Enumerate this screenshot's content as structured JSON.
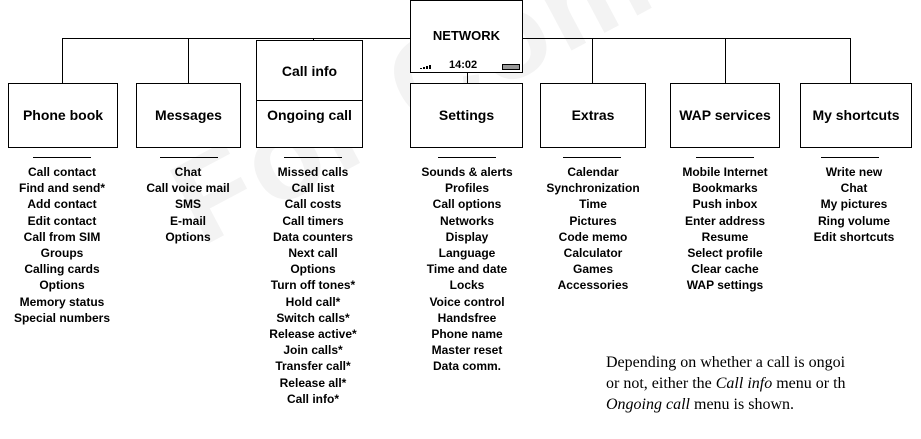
{
  "root": {
    "label": "NETWORK",
    "time": "14:02"
  },
  "overlay": {
    "label": "Call info"
  },
  "menus": [
    {
      "title": "Phone book",
      "items": [
        "Call contact",
        "Find and send*",
        "Add contact",
        "Edit contact",
        "Call from SIM",
        "Groups",
        "Calling cards",
        "Options",
        "Memory status",
        "Special numbers"
      ]
    },
    {
      "title": "Messages",
      "items": [
        "Chat",
        "Call voice mail",
        "SMS",
        "E-mail",
        "Options"
      ]
    },
    {
      "title": "Ongoing call",
      "items": [
        "Missed calls",
        "Call list",
        "Call costs",
        "Call timers",
        "Data counters",
        "Next call",
        "Options",
        "Turn off tones*",
        "Hold call*",
        "Switch calls*",
        "Release active*",
        "Join calls*",
        "Transfer call*",
        "Release all*",
        "Call info*"
      ]
    },
    {
      "title": "Settings",
      "items": [
        "Sounds & alerts",
        "Profiles",
        "Call options",
        "Networks",
        "Display",
        "Language",
        "Time and date",
        "Locks",
        "Voice control",
        "Handsfree",
        "Phone name",
        "Master reset",
        "Data comm."
      ]
    },
    {
      "title": "Extras",
      "items": [
        "Calendar",
        "Synchronization",
        "Time",
        "Pictures",
        "Code memo",
        "Calculator",
        "Games",
        "Accessories"
      ]
    },
    {
      "title": "WAP services",
      "items": [
        "Mobile Internet",
        "Bookmarks",
        "Push inbox",
        "Enter address",
        "Resume",
        "Select profile",
        "Clear cache",
        "WAP settings"
      ]
    },
    {
      "title": "My shortcuts",
      "items": [
        "Write new",
        "Chat",
        "My pictures",
        "Ring volume",
        "Edit shortcuts"
      ]
    }
  ],
  "note": {
    "line1": "Depending on whether a call is ongoi",
    "line2_pre": "or not, either the ",
    "line2_em": "Call info",
    "line2_post": " menu or th",
    "line3_em": "Ongoing call",
    "line3_post": " menu is shown."
  },
  "watermark": "For Commercial Use"
}
